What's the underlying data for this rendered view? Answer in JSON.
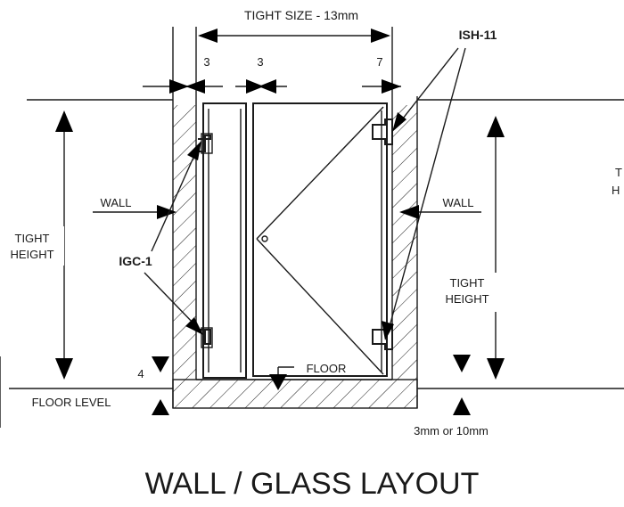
{
  "diagram": {
    "title": "WALL / GLASS LAYOUT",
    "labels": {
      "tight_size": "TIGHT SIZE - 13mm",
      "dim_left": "3",
      "dim_middle": "3",
      "dim_right": "7",
      "ish": "ISH-11",
      "wall_left": "WALL",
      "wall_right": "WALL",
      "tight_height_left_1": "TIGHT",
      "tight_height_left_2": "HEIGHT",
      "igc": "IGC-1",
      "tight_height_right_1": "TIGHT",
      "tight_height_right_2": "HEIGHT",
      "floor": "FLOOR",
      "floor_level": "FLOOR LEVEL",
      "floor_gap": "4",
      "floor_clearance": "3mm or 10mm",
      "edge_partial_1": "T",
      "edge_partial_2": "H"
    }
  }
}
